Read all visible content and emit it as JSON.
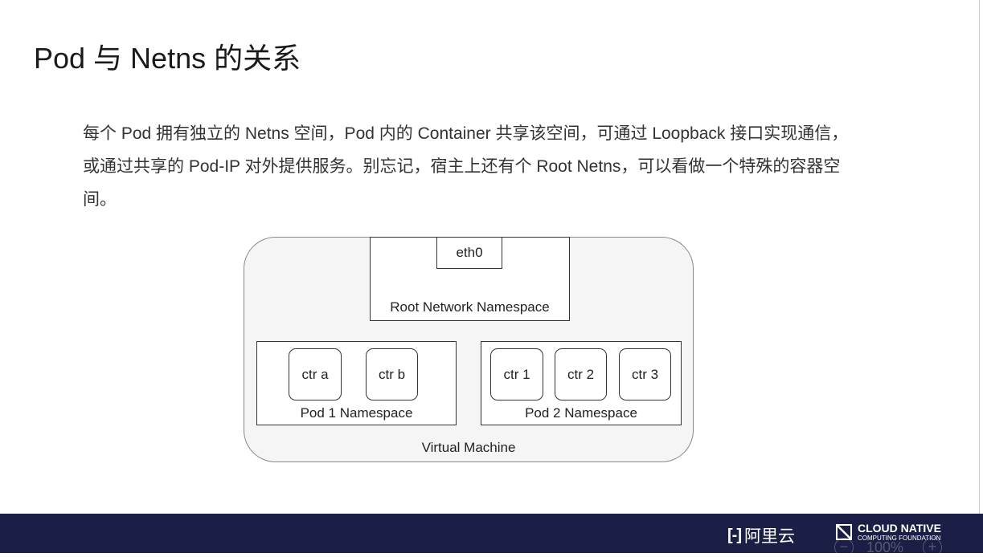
{
  "slide": {
    "title": "Pod 与 Netns 的关系",
    "paragraph": "每个 Pod 拥有独立的 Netns 空间，Pod 内的 Container 共享该空间，可通过 Loopback 接口实现通信，或通过共享的 Pod-IP 对外提供服务。别忘记，宿主上还有个 Root Netns，可以看做一个特殊的容器空间。"
  },
  "diagram": {
    "vm_label": "Virtual Machine",
    "root_ns_label": "Root Network Namespace",
    "eth0": "eth0",
    "pod1": {
      "label": "Pod 1 Namespace",
      "containers": [
        "ctr a",
        "ctr b"
      ]
    },
    "pod2": {
      "label": "Pod 2 Namespace",
      "containers": [
        "ctr 1",
        "ctr 2",
        "ctr 3"
      ]
    }
  },
  "footer": {
    "aliyun_logo": "阿里云",
    "cncf_line1": "CLOUD NATIVE",
    "cncf_line2": "COMPUTING FOUNDATION"
  },
  "zoom_control": {
    "value": "100%",
    "minus": "−",
    "plus": "+"
  }
}
